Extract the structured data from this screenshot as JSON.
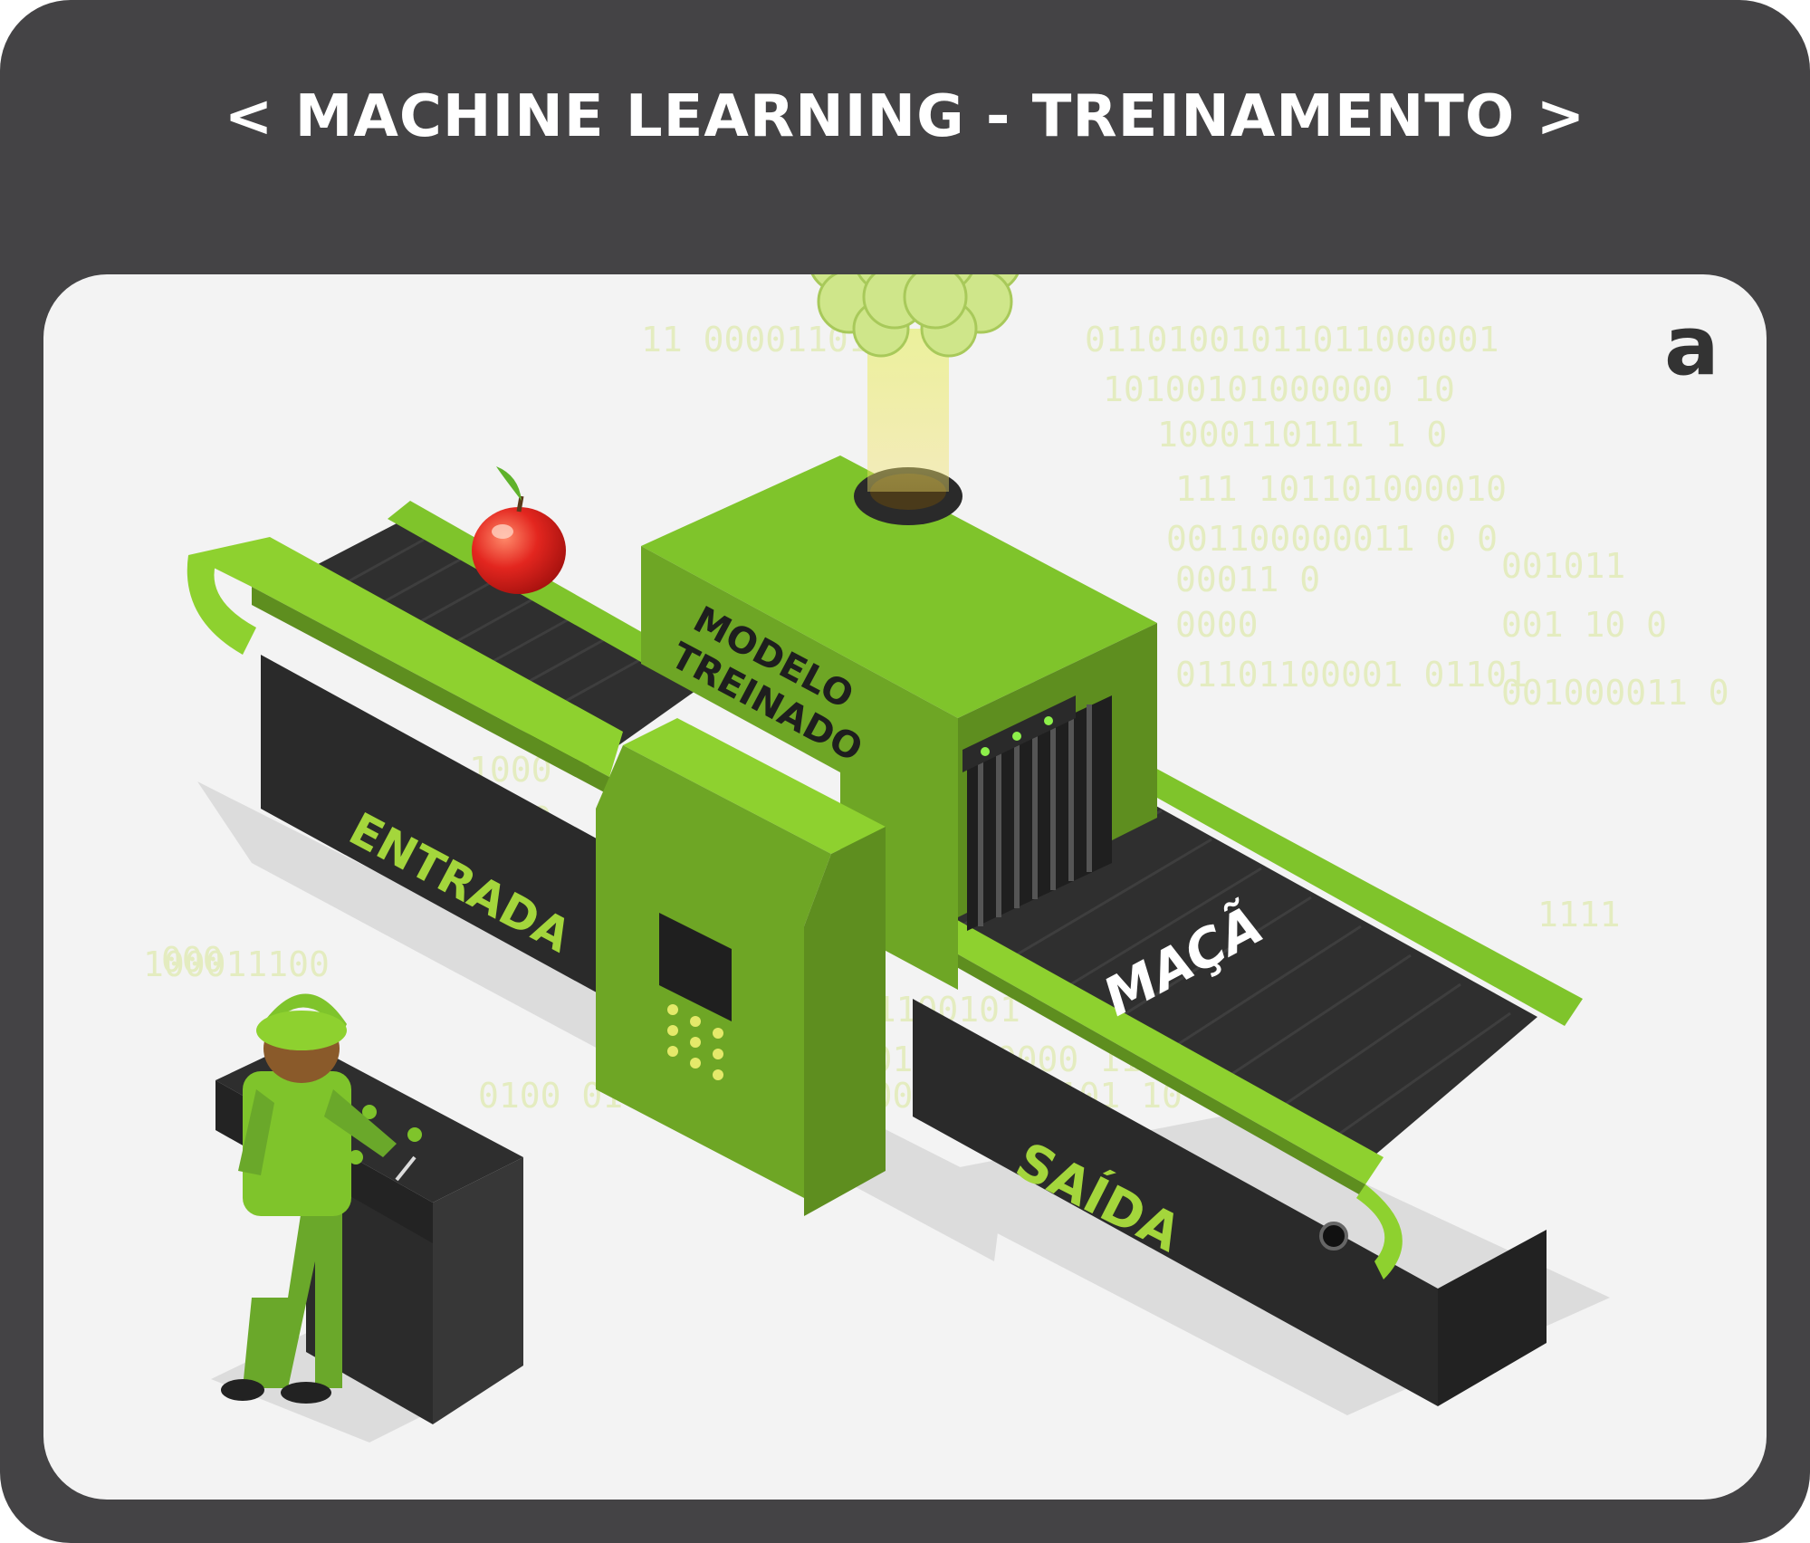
{
  "header": {
    "title": "< MACHINE LEARNING - TREINAMENTO >"
  },
  "brand": {
    "logo_text": "a"
  },
  "labels": {
    "entrada": "ENTRADA",
    "modelo_line1": "MODELO",
    "modelo_line2": "TREINADO",
    "saida": "SAÍDA",
    "maca": "MAÇÃ"
  },
  "background_binary": [
    "11 00001101",
    "01101001011011000001",
    "10100101000000 10",
    "1000110111 1 0",
    "111  101101000010",
    "001100000011 0 0",
    "00011  0",
    "001011",
    "0000",
    "001 10 0",
    "01101100001  01101",
    "001000011 0",
    "0110",
    "1000",
    "11000",
    "1000001",
    "0000 01101",
    "0011  000101100101",
    "11   101101  000110000000  110",
    "0100 010 11  101101000  101100101  10 01100",
    "100011100",
    "1111",
    "000"
  ],
  "colors": {
    "frame": "#444345",
    "panel": "#f3f3f3",
    "machine_green": "#7fc42b",
    "machine_dark_green": "#5e8e1f",
    "belt": "#2f2f2f",
    "label_green": "#a4d63c",
    "apple_red": "#e3261f"
  }
}
